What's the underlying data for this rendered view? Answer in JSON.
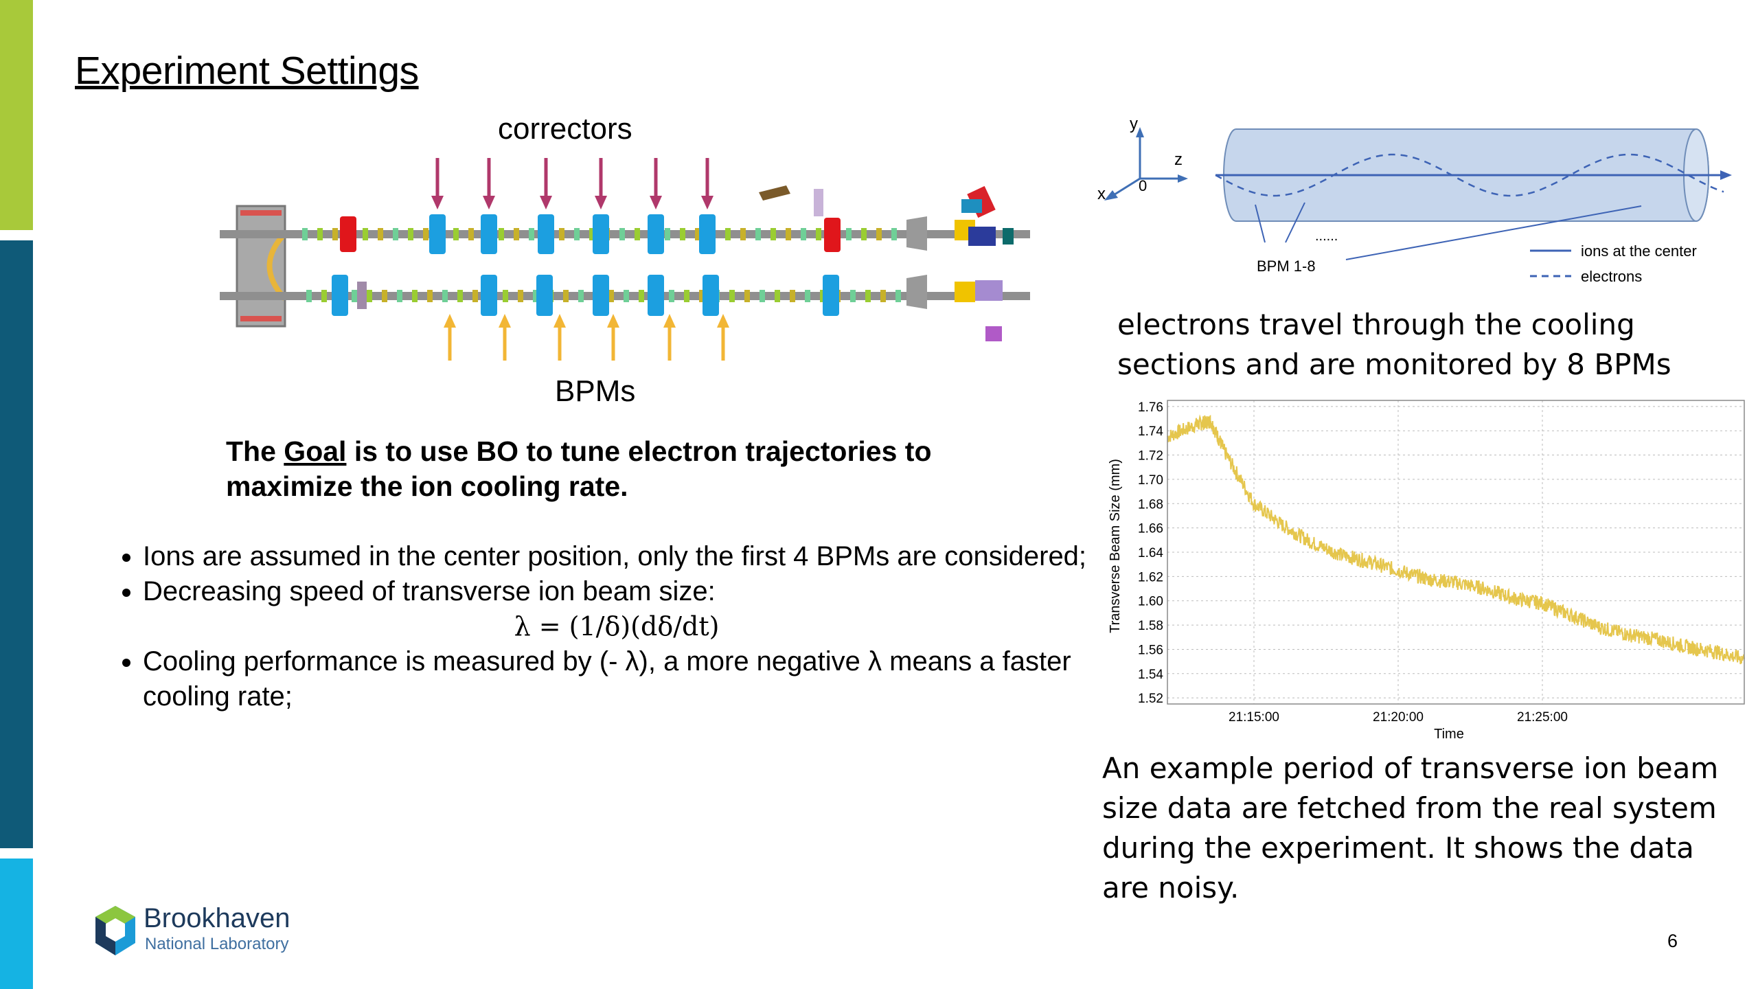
{
  "slide": {
    "title": "Experiment Settings",
    "page_number": "6",
    "accent_colors": {
      "green": "#a8c93a",
      "navy": "#0f5a78",
      "cyan": "#15b3e3"
    }
  },
  "beamline": {
    "correctors_label": "correctors",
    "bpms_label": "BPMs"
  },
  "goal": {
    "prefix": "The ",
    "goal_word": "Goal",
    "rest": " is to use BO to tune electron trajectories to maximize the ion cooling rate."
  },
  "bullets": {
    "item1": "Ions are assumed in the center position, only the first 4 BPMs are considered;",
    "item2": "Decreasing speed of transverse ion beam size:",
    "formula": "λ = (1/δ)(dδ/dt)",
    "item3": "Cooling performance is measured by (- λ), a more negative λ means a faster cooling rate;"
  },
  "cylinder_diagram": {
    "axis_y": "y",
    "axis_z": "z",
    "axis_x": "x",
    "origin": "0",
    "bpm_label": "BPM 1-8",
    "dots": "......",
    "legend_ions": "ions at the center",
    "legend_electrons": "electrons",
    "ion_color": "#3d63b5",
    "tube_color": "#c6d6ec"
  },
  "caption_top": "electrons travel through the cooling sections and are monitored by 8 BPMs",
  "chart_data": {
    "type": "line",
    "xlabel": "Time",
    "ylabel": "Transverse Beam Size (mm)",
    "ylim": [
      1.515,
      1.765
    ],
    "yticks": [
      "1.76",
      "1.74",
      "1.72",
      "1.70",
      "1.68",
      "1.66",
      "1.64",
      "1.62",
      "1.60",
      "1.58",
      "1.56",
      "1.54",
      "1.52"
    ],
    "xticks": [
      "21:15:00",
      "21:20:00",
      "21:25:00"
    ],
    "grid": true,
    "color": "#e5c64d",
    "series": [
      {
        "x": [
          "21:12:00",
          "21:13:00",
          "21:13:30",
          "21:14:00",
          "21:15:00",
          "21:16:00",
          "21:17:00",
          "21:18:00",
          "21:19:00",
          "21:20:00",
          "21:21:00",
          "21:22:00",
          "21:23:00",
          "21:24:00",
          "21:25:00",
          "21:26:00",
          "21:27:00",
          "21:28:00",
          "21:29:00",
          "21:30:00",
          "21:31:00",
          "21:32:00"
        ],
        "values": [
          1.735,
          1.745,
          1.748,
          1.722,
          1.68,
          1.662,
          1.648,
          1.638,
          1.632,
          1.625,
          1.618,
          1.615,
          1.61,
          1.602,
          1.598,
          1.588,
          1.578,
          1.572,
          1.568,
          1.562,
          1.558,
          1.552
        ]
      }
    ]
  },
  "caption_bottom": "An example period of transverse ion beam size data are fetched from the real system during the experiment. It shows the data are noisy.",
  "logo": {
    "name": "Brookhaven",
    "subtitle": "National Laboratory"
  }
}
